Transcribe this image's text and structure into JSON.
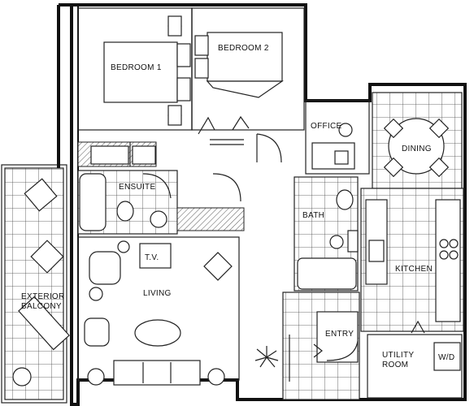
{
  "rooms": {
    "bedroom1": "BEDROOM 1",
    "bedroom2": "BEDROOM 2",
    "office": "OFFICE",
    "dining": "DINING",
    "ensuite": "ENSUITE",
    "bath": "BATH",
    "kitchen": "KITCHEN",
    "tv": "T.V.",
    "living": "LIVING",
    "exterior": "EXTERIOR",
    "balcony": "BALCONY",
    "entry": "ENTRY",
    "utility": "UTILITY",
    "utility_room": "ROOM",
    "washer_dryer": "W/D"
  }
}
